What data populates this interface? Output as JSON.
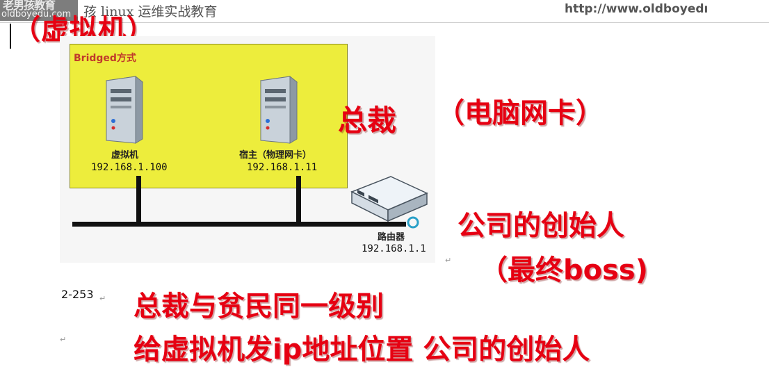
{
  "header": {
    "logo_text": "老男孩教育",
    "logo_sub": "oldboyedu.com",
    "left_text": "孩 linux 运维实战教育",
    "url": "http://www.oldboyedı"
  },
  "slide_title": "（虚拟机）",
  "diagram": {
    "mode_label": "Bridged方式",
    "vm": {
      "name": "虚拟机",
      "ip": "192.168.1.100"
    },
    "host": {
      "name": "宿主（物理网卡）",
      "ip": "192.168.1.11"
    },
    "router": {
      "name": "路由器",
      "ip": "192.168.1.1"
    },
    "para_mark": "↵"
  },
  "annotations": {
    "boss": "总裁",
    "nic": "（电脑网卡）",
    "founder": "公司的创始人",
    "final_boss": "（最终boss)"
  },
  "page_num": "2-253",
  "page_mark": "↵",
  "line1": "总裁与贫民同一级别",
  "line2_mark": "↵",
  "line2": "给虚拟机发ip地址位置 公司的创始人",
  "colors": {
    "accent_red": "#e60012",
    "bridged_yellow": "#eded3c"
  }
}
